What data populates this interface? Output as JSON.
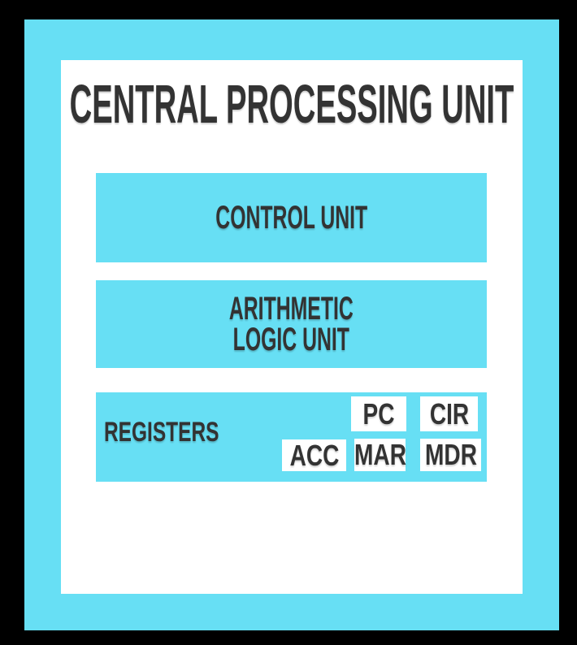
{
  "colors": {
    "background": "#000000",
    "accent_cyan": "#67DFF4",
    "panel_white": "#FFFFFF",
    "text_dark": "#333333"
  },
  "title": "CENTRAL PROCESSING UNIT",
  "blocks": {
    "control_unit": {
      "label": "CONTROL UNIT"
    },
    "alu": {
      "line1": "ARITHMETIC",
      "line2": "LOGIC UNIT"
    },
    "registers": {
      "label": "REGISTERS",
      "chips": [
        "PC",
        "CIR",
        "ACC",
        "MAR",
        "MDR"
      ]
    }
  }
}
